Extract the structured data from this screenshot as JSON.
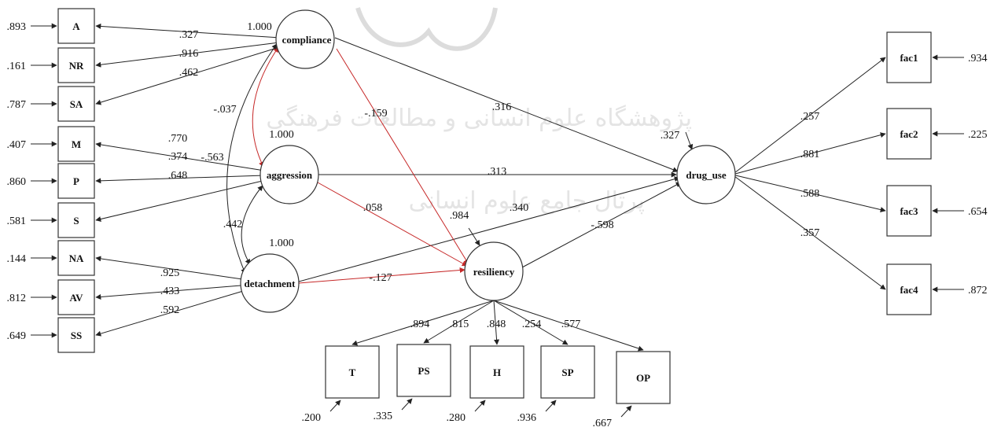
{
  "watermark": {
    "line1": "پژوهشگاه علوم انسانی و مطالعات فرهنگی",
    "line2": "پرتال جامع علوم انسانی"
  },
  "indicators": {
    "A": {
      "label": "A",
      "error": ".893"
    },
    "NR": {
      "label": "NR",
      "error": ".161"
    },
    "SA": {
      "label": "SA",
      "error": ".787"
    },
    "M": {
      "label": "M",
      "error": ".407"
    },
    "P": {
      "label": "P",
      "error": ".860"
    },
    "S": {
      "label": "S",
      "error": ".581"
    },
    "NA": {
      "label": "NA",
      "error": ".144"
    },
    "AV": {
      "label": "AV",
      "error": ".812"
    },
    "SS": {
      "label": "SS",
      "error": ".649"
    },
    "fac1": {
      "label": "fac1",
      "error": ".934"
    },
    "fac2": {
      "label": "fac2",
      "error": ".225"
    },
    "fac3": {
      "label": "fac3",
      "error": ".654"
    },
    "fac4": {
      "label": "fac4",
      "error": ".872"
    },
    "T": {
      "label": "T",
      "error": ".200"
    },
    "PS": {
      "label": "PS",
      "error": ".335"
    },
    "H": {
      "label": "H",
      "error": ".280"
    },
    "SP": {
      "label": "SP",
      "error": ".936"
    },
    "OP": {
      "label": "OP",
      "error": ".667"
    }
  },
  "latents": {
    "compliance": {
      "label": "compliance",
      "variance": "1.000"
    },
    "aggression": {
      "label": "aggression",
      "variance": "1.000"
    },
    "detachment": {
      "label": "detachment",
      "variance": "1.000"
    },
    "resiliency": {
      "label": "resiliency",
      "disturbance": ".984"
    },
    "drug_use": {
      "label": "drug_use",
      "disturbance": ".327"
    }
  },
  "loadings": {
    "compliance_A": ".327",
    "compliance_NR": ".916",
    "compliance_SA": ".462",
    "aggression_M": ".770",
    "aggression_P": ".374",
    "aggression_S": ".648",
    "detachment_NA": ".925",
    "detachment_AV": ".433",
    "detachment_SS": ".592",
    "drug_use_fac1": ".257",
    "drug_use_fac2": ".881",
    "drug_use_fac3": ".588",
    "drug_use_fac4": ".357",
    "resiliency_T": ".894",
    "resiliency_PS": ".815",
    "resiliency_H": ".848",
    "resiliency_SP": ".254",
    "resiliency_OP": ".577"
  },
  "correlations": {
    "compliance_aggression": "-.037",
    "compliance_detachment": "-.563",
    "aggression_detachment": ".442"
  },
  "paths": {
    "compliance_drug_use": ".316",
    "aggression_drug_use": ".313",
    "detachment_drug_use": ".340",
    "resiliency_drug_use": "-.598",
    "compliance_resiliency": "-.159",
    "aggression_resiliency": ".058",
    "detachment_resiliency": "-.127"
  },
  "colors": {
    "line": "#222222",
    "moderation_path": "#c62828",
    "background": "#ffffff"
  }
}
